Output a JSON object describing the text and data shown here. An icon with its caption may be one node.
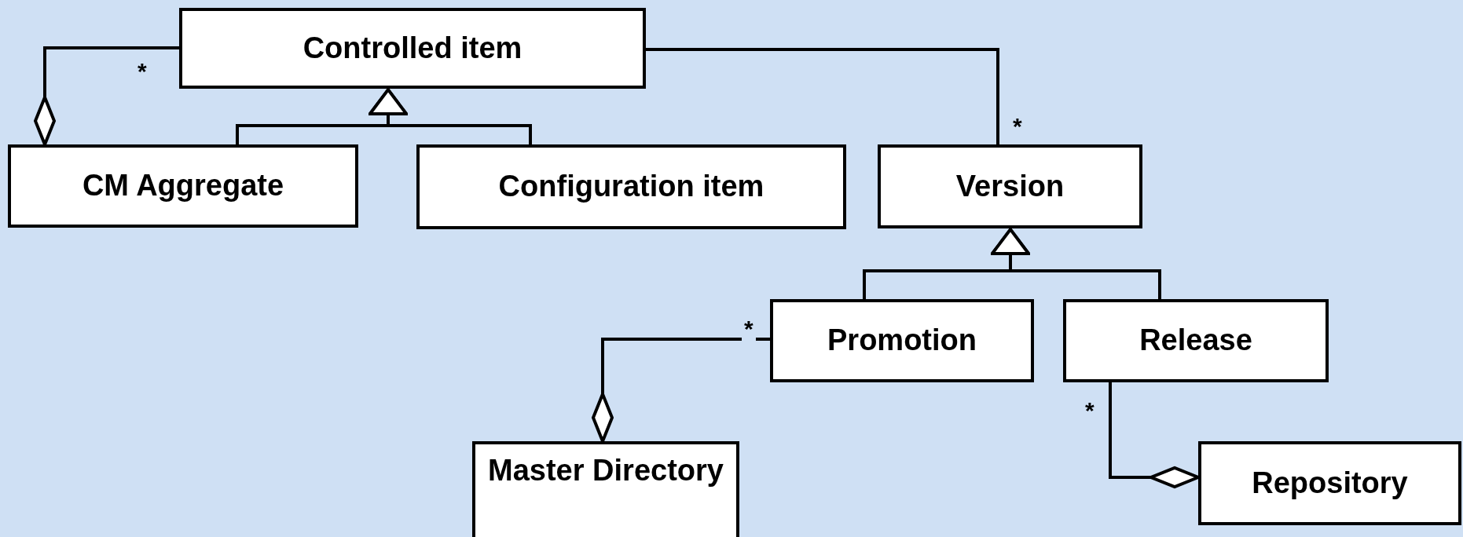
{
  "diagram": {
    "nodes": [
      {
        "text": [
          "Controlled item"
        ]
      },
      {
        "text": [
          "CM Aggregate"
        ]
      },
      {
        "text": [
          "Configuration item"
        ]
      },
      {
        "text": [
          "Version"
        ]
      },
      {
        "text": [
          "Promotion"
        ]
      },
      {
        "text": [
          "Release"
        ]
      },
      {
        "text": [
          "Master Directory"
        ]
      },
      {
        "text": [
          "Repository"
        ]
      }
    ],
    "edges": [
      {
        "from": 1,
        "to": 0,
        "arrow": "other",
        "label": "*"
      },
      {
        "from": 1,
        "to": 0,
        "arrow": "to"
      },
      {
        "from": 2,
        "to": 0,
        "arrow": "to"
      },
      {
        "from": 0,
        "to": 3,
        "arrow": "none",
        "label": "*"
      },
      {
        "from": 4,
        "to": 3,
        "arrow": "to"
      },
      {
        "from": 5,
        "to": 3,
        "arrow": "to"
      },
      {
        "from": 6,
        "to": 4,
        "arrow": "other",
        "label": "*"
      },
      {
        "from": 7,
        "to": 5,
        "arrow": "other",
        "label": "*"
      }
    ]
  }
}
